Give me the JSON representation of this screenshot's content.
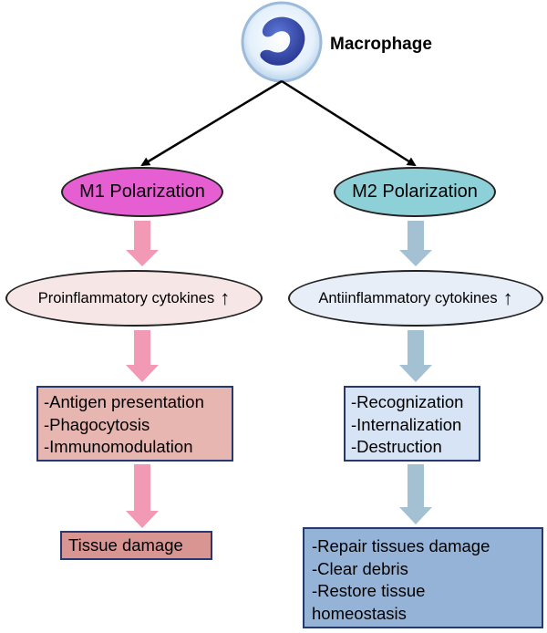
{
  "macrophage": {
    "label": "Macrophage"
  },
  "m1": {
    "polarization": "M1 Polarization",
    "cytokines": "Proinflammatory cytokines",
    "cytokines_arrow": "↑",
    "functions": [
      "-Antigen presentation",
      "-Phagocytosis",
      "-Immunomodulation"
    ],
    "outcome": "Tissue damage"
  },
  "m2": {
    "polarization": "M2 Polarization",
    "cytokines": "Antiinflammatory cytokines",
    "cytokines_arrow": "↑",
    "functions": [
      "-Recognization",
      "-Internalization",
      "-Destruction"
    ],
    "outcome": [
      "-Repair tissues damage",
      "-Clear debris",
      "-Restore tissue",
      "homeostasis"
    ]
  },
  "colors": {
    "m1_ellipse": "#e65fd2",
    "m2_ellipse": "#8ed0d8",
    "m1_arrow": "#f29ab5",
    "m2_arrow": "#a4c0d3",
    "m1_box": "#e8b6b0",
    "m2_box": "#d6e4f5",
    "tissue_box": "#d99591",
    "repair_box": "#95b3d7"
  }
}
